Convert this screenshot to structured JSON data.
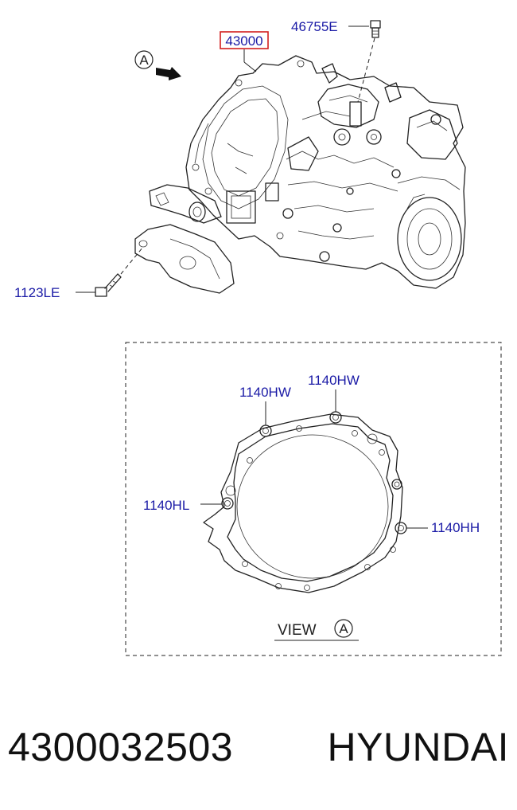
{
  "callouts": {
    "assembly": "43000",
    "vent_plug": "46755E",
    "mount_bolt": "1123LE",
    "dowel_upper_left": "1140HW",
    "dowel_upper_right": "1140HW",
    "dowel_left": "1140HL",
    "dowel_right": "1140HH"
  },
  "view_marker": {
    "letter": "A",
    "view_label": "VIEW",
    "view_letter": "A"
  },
  "footer": {
    "part_number": "4300032503",
    "brand": "HYUNDAI"
  },
  "colors": {
    "callout_text": "#1a1aa6",
    "highlight_box": "#d21e1e",
    "line_art": "#222222"
  }
}
